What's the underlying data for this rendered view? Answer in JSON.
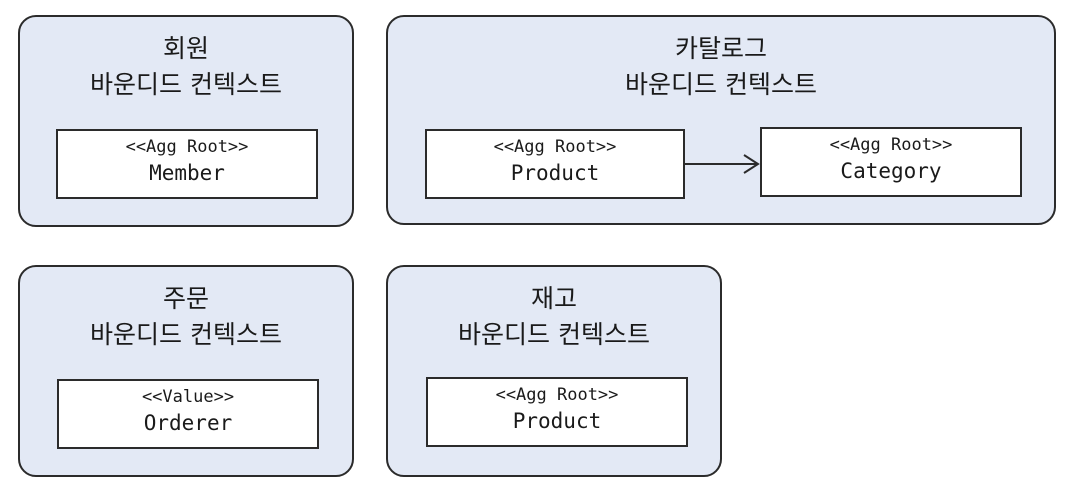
{
  "contexts": {
    "member": {
      "name": "회원",
      "subtitle": "바운디드 컨텍스트",
      "boxes": [
        {
          "stereotype": "<<Agg Root>>",
          "name": "Member"
        }
      ]
    },
    "catalog": {
      "name": "카탈로그",
      "subtitle": "바운디드 컨텍스트",
      "boxes": [
        {
          "stereotype": "<<Agg Root>>",
          "name": "Product"
        },
        {
          "stereotype": "<<Agg Root>>",
          "name": "Category"
        }
      ]
    },
    "order": {
      "name": "주문",
      "subtitle": "바운디드 컨텍스트",
      "boxes": [
        {
          "stereotype": "<<Value>>",
          "name": "Orderer"
        }
      ]
    },
    "inventory": {
      "name": "재고",
      "subtitle": "바운디드 컨텍스트",
      "boxes": [
        {
          "stereotype": "<<Agg Root>>",
          "name": "Product"
        }
      ]
    }
  },
  "colors": {
    "context_fill": "#e3e9f5",
    "border": "#2b2b2b",
    "box_fill": "#ffffff"
  }
}
